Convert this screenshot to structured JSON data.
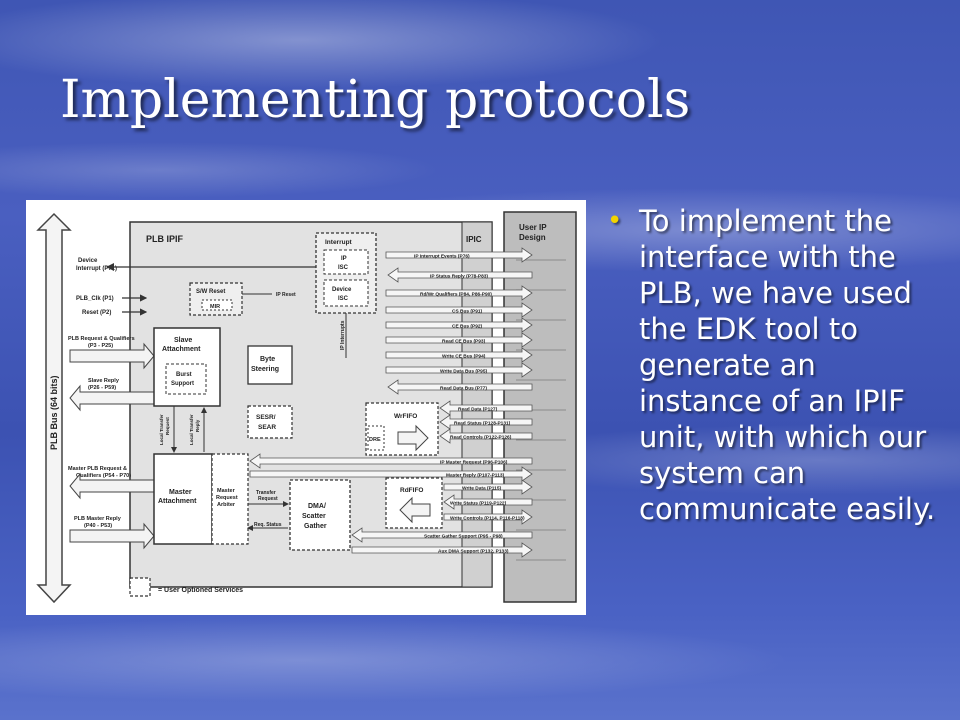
{
  "slide": {
    "title": "Implementing protocols",
    "bullets": [
      "To implement the interface with the PLB, we have used the EDK tool to generate an instance of an IPIF unit, with which our system can communicate easily."
    ],
    "bullet_color": "#f2d400"
  },
  "diagram": {
    "plb_bus": "PLB Bus (64 bits)",
    "plb_ipif": "PLB IPIF",
    "ipic": "IPIC",
    "user_ip": [
      "User IP",
      "Design"
    ],
    "left_signals": [
      [
        "Device",
        "Interrupt (P71)"
      ],
      [
        "PLB_Clk (P1)"
      ],
      [
        "Reset (P2)"
      ],
      [
        "PLB Request & Qualifiers",
        "(P3 - P25)"
      ],
      [
        "Slave Reply",
        "(P26 - P59)"
      ],
      [
        "Master PLB Request &",
        "Qualifiers (P54 - P70)"
      ],
      [
        "PLB Master Reply",
        "(P40 - P53)"
      ]
    ],
    "blocks": {
      "interrupt": "Interrupt",
      "ip_isc": [
        "IP",
        "ISC"
      ],
      "device_isc": [
        "Device",
        "ISC"
      ],
      "ip_interrupts": "IP Interrupts",
      "sw_reset": "S/W Reset",
      "mir": "MIR",
      "ip_reset": "IP Reset",
      "slave_attachment": [
        "Slave",
        "Attachment"
      ],
      "burst_support": [
        "Burst",
        "Support"
      ],
      "byte_steering": [
        "Byte",
        "Steering"
      ],
      "sesr_sear": [
        "SESR/",
        "SEAR"
      ],
      "wrfifo": "WrFIFO",
      "dre": "DRE",
      "local_transfer_request": [
        "Local Transfer",
        "Request"
      ],
      "local_transfer_reply": [
        "Local Transfer",
        "Reply"
      ],
      "master_attachment": [
        "Master",
        "Attachment"
      ],
      "master_request_arbiter": [
        "Master",
        "Request",
        "Arbiter"
      ],
      "transfer_request": [
        "Transfer",
        "Request"
      ],
      "req_status": "Req. Status",
      "dma_sg": [
        "DMA/",
        "Scatter",
        "Gather"
      ],
      "rdfifo": "RdFIFO"
    },
    "ipic_signals": [
      "IP Interrupt Events (P76)",
      "IP Status Reply (P78-P83)",
      "Rd/Wr Qualifiers (P84, P86-P90)",
      "CS Bus (P91)",
      "CE Bus (P92)",
      "Read CE Bus (P93)",
      "Write CE Bus (P94)",
      "Write Data Bus (P95)",
      "Read Data Bus (P77)",
      "Read Data (P127)",
      "Read Status (P128-P131)",
      "Read Controls (P122-P126)",
      "IP Master Request (P96-P106)",
      "Master Reply (P107-P113)",
      "Write Data (P115)",
      "Write Status (P119-P122)",
      "Write Controls (P114, P116-P118)",
      "Scatter Gather Support (P95 - P98)",
      "Aux DMA Support (P132, P133)"
    ],
    "legend": "= User Optioned Services"
  }
}
